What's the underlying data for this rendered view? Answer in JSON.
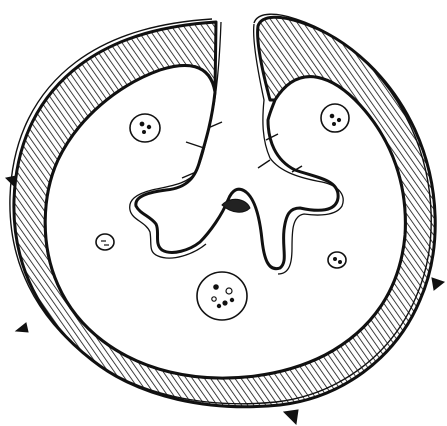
{
  "figure": {
    "kind": "biological cross-section line illustration",
    "labels": [],
    "colors": {
      "ink": "#111111",
      "paper": "#ffffff"
    },
    "parts": [
      "outer-wall",
      "hatched-cortex-band",
      "central-cleft",
      "inner-lobed-cavity",
      "cells",
      "surface-spines"
    ],
    "cell_count": 5,
    "spine_count": 4
  }
}
